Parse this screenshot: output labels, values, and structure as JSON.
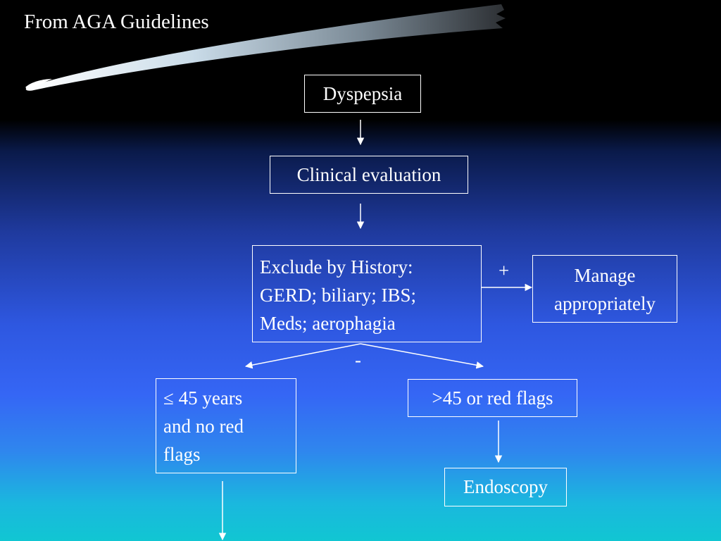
{
  "slide": {
    "title": "From AGA Guidelines"
  },
  "flowchart": {
    "nodes": {
      "dyspepsia": "Dyspepsia",
      "clinical_evaluation": "Clinical evaluation",
      "exclude_by_history": {
        "line1": "Exclude by History:",
        "line2": "GERD; biliary; IBS;",
        "line3": "Meds; aerophagia"
      },
      "manage_appropriately": {
        "line1": "Manage",
        "line2": "appropriately"
      },
      "under_45": {
        "line1": "≤ 45 years",
        "line2": "and no red",
        "line3": "flags"
      },
      "over_45": ">45 or red flags",
      "endoscopy": "Endoscopy"
    },
    "edge_labels": {
      "positive": "+",
      "negative": "-"
    }
  }
}
